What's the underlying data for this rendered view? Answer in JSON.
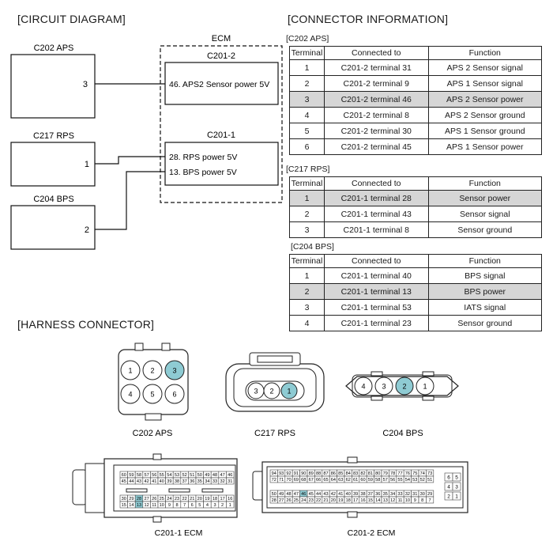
{
  "headings": {
    "circuit": "[CIRCUIT DIAGRAM]",
    "connector": "[CONNECTOR INFORMATION]",
    "harness": "[HARNESS CONNECTOR]"
  },
  "circuit": {
    "ecm_label": "ECM",
    "aps": {
      "name": "C202 APS",
      "pin": "3"
    },
    "rps": {
      "name": "C217 RPS",
      "pin": "1"
    },
    "bps": {
      "name": "C204 BPS",
      "pin": "2"
    },
    "c2012": {
      "name": "C201-2",
      "line": "46. APS2 Sensor power 5V"
    },
    "c2011": {
      "name": "C201-1",
      "line1": "28. RPS power 5V",
      "line2": "13. BPS power 5V"
    }
  },
  "tables": {
    "aps": {
      "title": "[C202 APS]",
      "headers": [
        "Terminal",
        "Connected to",
        "Function"
      ],
      "rows": [
        [
          "1",
          "C201-2 terminal 31",
          "APS 2 Sensor signal"
        ],
        [
          "2",
          "C201-2 terminal 9",
          "APS 1 Sensor signal"
        ],
        [
          "3",
          "C201-2 terminal 46",
          "APS 2 Sensor power"
        ],
        [
          "4",
          "C201-2 terminal 8",
          "APS 2 Sensor ground"
        ],
        [
          "5",
          "C201-2 terminal 30",
          "APS 1 Sensor ground"
        ],
        [
          "6",
          "C201-2 terminal 45",
          "APS 1 Sensor power"
        ]
      ],
      "highlight_row": 3
    },
    "rps": {
      "title": "[C217 RPS]",
      "headers": [
        "Terminal",
        "Connected to",
        "Function"
      ],
      "rows": [
        [
          "1",
          "C201-1 terminal 28",
          "Sensor power"
        ],
        [
          "2",
          "C201-1 terminal 43",
          "Sensor signal"
        ],
        [
          "3",
          "C201-1 terminal 8",
          "Sensor ground"
        ]
      ],
      "highlight_row": 1
    },
    "bps": {
      "title": "[C204 BPS]",
      "headers": [
        "Terminal",
        "Connected to",
        "Function"
      ],
      "rows": [
        [
          "1",
          "C201-1 terminal 40",
          "BPS signal"
        ],
        [
          "2",
          "C201-1 terminal 13",
          "BPS power"
        ],
        [
          "3",
          "C201-1 terminal 53",
          "IATS signal"
        ],
        [
          "4",
          "C201-1 terminal 23",
          "Sensor ground"
        ]
      ],
      "highlight_row": 2
    }
  },
  "harness": {
    "aps_label": "C202 APS",
    "rps_label": "C217 RPS",
    "bps_label": "C204 BPS",
    "c2011_label": "C201-1 ECM",
    "c2012_label": "C201-2 ECM",
    "aps_pins": [
      "1",
      "2",
      "3",
      "4",
      "5",
      "6"
    ],
    "rps_pins": [
      "3",
      "2",
      "1"
    ],
    "bps_pins": [
      "4",
      "3",
      "2",
      "1"
    ],
    "highlight_color": "#8ecbd3",
    "c2011_rows": [
      [
        "60",
        "59",
        "58",
        "57",
        "56",
        "55",
        "54",
        "53",
        "52",
        "51",
        "50",
        "49",
        "48",
        "47",
        "46"
      ],
      [
        "45",
        "44",
        "43",
        "42",
        "41",
        "40",
        "39",
        "38",
        "37",
        "36",
        "35",
        "34",
        "33",
        "32",
        "31"
      ],
      [
        "30",
        "29",
        "28",
        "27",
        "26",
        "25",
        "24",
        "23",
        "22",
        "21",
        "20",
        "19",
        "18",
        "17",
        "16"
      ],
      [
        "15",
        "14",
        "13",
        "12",
        "11",
        "10",
        "9",
        "8",
        "7",
        "6",
        "5",
        "4",
        "3",
        "2",
        "1"
      ]
    ],
    "c2012_rows": [
      [
        "94",
        "93",
        "92",
        "91",
        "90",
        "89",
        "88",
        "87",
        "86",
        "85",
        "84",
        "83",
        "82",
        "81",
        "80",
        "79",
        "78",
        "77",
        "76",
        "75",
        "74",
        "73"
      ],
      [
        "72",
        "71",
        "70",
        "69",
        "68",
        "67",
        "66",
        "65",
        "64",
        "63",
        "62",
        "61",
        "60",
        "59",
        "58",
        "57",
        "56",
        "55",
        "54",
        "53",
        "52",
        "51"
      ],
      [
        "50",
        "49",
        "48",
        "47",
        "46",
        "45",
        "44",
        "43",
        "42",
        "41",
        "40",
        "39",
        "38",
        "37",
        "36",
        "35",
        "34",
        "33",
        "32",
        "31",
        "30",
        "29"
      ],
      [
        "28",
        "27",
        "26",
        "25",
        "24",
        "23",
        "22",
        "21",
        "20",
        "19",
        "18",
        "17",
        "16",
        "15",
        "14",
        "13",
        "12",
        "11",
        "10",
        "9",
        "8",
        "7"
      ]
    ],
    "c2012_side": [
      [
        "6",
        "5"
      ],
      [
        "4",
        "3"
      ],
      [
        "2",
        "1"
      ]
    ]
  }
}
